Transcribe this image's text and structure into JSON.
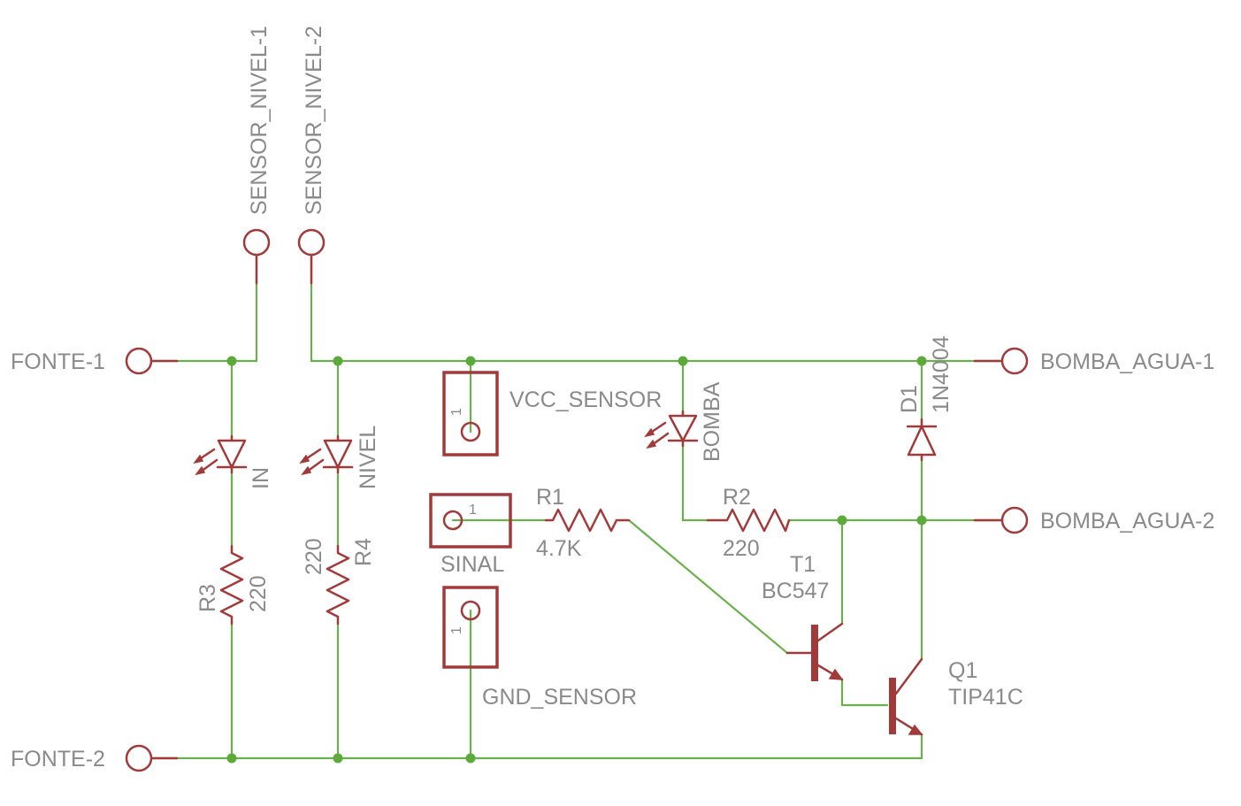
{
  "labels": {
    "fonte1": "FONTE-1",
    "fonte2": "FONTE-2",
    "sensor_nivel1": "SENSOR_NIVEL-1",
    "sensor_nivel2": "SENSOR_NIVEL-2",
    "bomba_agua1": "BOMBA_AGUA-1",
    "bomba_agua2": "BOMBA_AGUA-2",
    "vcc_sensor": "VCC_SENSOR",
    "sinal": "SINAL",
    "gnd_sensor": "GND_SENSOR",
    "pin1": "1"
  },
  "components": {
    "led_in": {
      "value": "IN"
    },
    "led_nivel": {
      "value": "NIVEL"
    },
    "led_bomba": {
      "value": "BOMBA"
    },
    "r1": {
      "name": "R1",
      "value": "4.7K"
    },
    "r2": {
      "name": "R2",
      "value": "220"
    },
    "r3": {
      "name": "R3",
      "value": "220"
    },
    "r4": {
      "name": "R4",
      "value": "220"
    },
    "t1": {
      "name": "T1",
      "value": "BC547"
    },
    "q1": {
      "name": "Q1",
      "value": "TIP41C"
    },
    "d1": {
      "name": "D1",
      "value": "1N4004"
    }
  },
  "colors": {
    "wire": "#6ab04c",
    "symbol": "#a33a3a",
    "junction": "#5cab3a",
    "text": "#8a8a8a"
  }
}
